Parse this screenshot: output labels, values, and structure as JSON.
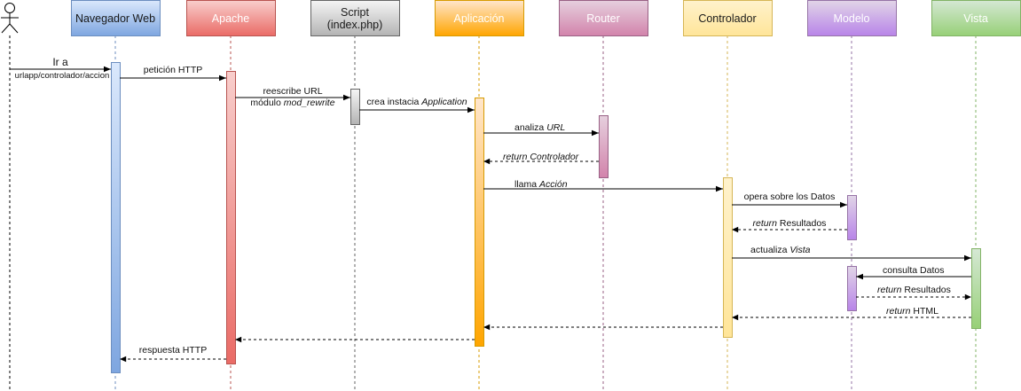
{
  "diagram": {
    "actor": {
      "label": ""
    },
    "participants": [
      {
        "id": "browser",
        "title": "Navegador Web",
        "fill": "#7EA6E0",
        "light": "#DAE8FC",
        "stroke": "#6C8EBF",
        "text": "#1a1a1a"
      },
      {
        "id": "apache",
        "title": "Apache",
        "fill": "#EA6B66",
        "light": "#F8CECC",
        "stroke": "#B85450",
        "text": "#ffffff"
      },
      {
        "id": "script",
        "title": "Script",
        "subtitle": "(index.php)",
        "fill": "#B3B3B3",
        "light": "#F5F5F5",
        "stroke": "#666666",
        "text": "#1a1a1a"
      },
      {
        "id": "app",
        "title": "Aplicación",
        "fill": "#FFA500",
        "light": "#FFE6CC",
        "stroke": "#D79B00",
        "text": "#ffffff"
      },
      {
        "id": "router",
        "title": "Router",
        "fill": "#D283AB",
        "light": "#E6D0DE",
        "stroke": "#996185",
        "text": "#ffffff"
      },
      {
        "id": "controller",
        "title": "Controlador",
        "fill": "#FFE599",
        "light": "#FFF2CC",
        "stroke": "#D6B656",
        "text": "#1a1a1a"
      },
      {
        "id": "model",
        "title": "Modelo",
        "fill": "#B884E8",
        "light": "#E1D5E7",
        "stroke": "#9673A6",
        "text": "#ffffff"
      },
      {
        "id": "view",
        "title": "Vista",
        "fill": "#97D077",
        "light": "#D5E8D4",
        "stroke": "#82B366",
        "text": "#ffffff"
      }
    ],
    "messages": [
      {
        "id": "ir-a",
        "parts": [
          {
            "t": "Ir a"
          }
        ],
        "sub": "urlapp/controlador/accion",
        "kind": "call"
      },
      {
        "id": "peticion",
        "parts": [
          {
            "t": "petición HTTP"
          }
        ],
        "kind": "call"
      },
      {
        "id": "reescribe",
        "parts": [
          {
            "t": "reescribe URL"
          }
        ],
        "sub_parts": [
          {
            "t": "módulo "
          },
          {
            "t": "mod_rewrite",
            "i": true
          }
        ],
        "kind": "call"
      },
      {
        "id": "crea",
        "parts": [
          {
            "t": "crea instacia "
          },
          {
            "t": "Application",
            "i": true
          }
        ],
        "kind": "call"
      },
      {
        "id": "analiza",
        "parts": [
          {
            "t": "analiza "
          },
          {
            "t": "URL",
            "i": true
          }
        ],
        "kind": "call"
      },
      {
        "id": "ret-controlador",
        "parts": [
          {
            "t": "return Controlador",
            "i": true
          }
        ],
        "kind": "return"
      },
      {
        "id": "llama",
        "parts": [
          {
            "t": "llama "
          },
          {
            "t": "Acción",
            "i": true
          }
        ],
        "kind": "call"
      },
      {
        "id": "opera",
        "parts": [
          {
            "t": "opera sobre los Datos"
          }
        ],
        "kind": "call"
      },
      {
        "id": "ret-resultados-1",
        "parts": [
          {
            "t": "return",
            "i": true
          },
          {
            "t": " Resultados"
          }
        ],
        "kind": "return"
      },
      {
        "id": "actualiza",
        "parts": [
          {
            "t": "actualiza "
          },
          {
            "t": "Vista",
            "i": true
          }
        ],
        "kind": "call"
      },
      {
        "id": "consulta",
        "parts": [
          {
            "t": "consulta Datos"
          }
        ],
        "kind": "call"
      },
      {
        "id": "ret-resultados-2",
        "parts": [
          {
            "t": "return",
            "i": true
          },
          {
            "t": " Resultados"
          }
        ],
        "kind": "return"
      },
      {
        "id": "ret-html",
        "parts": [
          {
            "t": "return",
            "i": true
          },
          {
            "t": " HTML"
          }
        ],
        "kind": "return"
      },
      {
        "id": "ret-app",
        "parts": [],
        "kind": "return"
      },
      {
        "id": "ret-apache",
        "parts": [],
        "kind": "return"
      },
      {
        "id": "respuesta",
        "parts": [
          {
            "t": "respuesta HTTP"
          }
        ],
        "kind": "return"
      }
    ]
  }
}
